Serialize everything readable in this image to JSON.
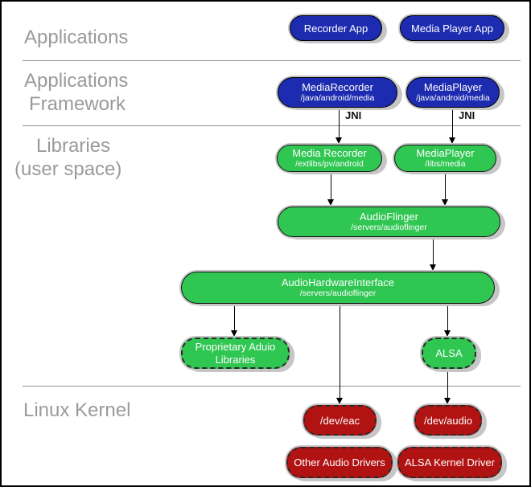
{
  "sections": {
    "applications": {
      "label": "Applications"
    },
    "framework": {
      "line1": "Applications",
      "line2": "Framework"
    },
    "libraries": {
      "line1": "Libraries",
      "line2": "(user space)"
    },
    "kernel": {
      "label": "Linux Kernel"
    }
  },
  "edges": {
    "jni_left": "JNI",
    "jni_right": "JNI"
  },
  "nodes": {
    "recorder_app": {
      "title": "Recorder App"
    },
    "media_player_app": {
      "title": "Media Player App"
    },
    "media_recorder_fw": {
      "title": "MediaRecorder",
      "subtitle": "/java/android/media"
    },
    "media_player_fw": {
      "title": "MediaPlayer",
      "subtitle": "/java/android/media"
    },
    "media_recorder_lib": {
      "title": "Media Recorder",
      "subtitle": "/extlibs/pv/android"
    },
    "media_player_lib": {
      "title": "MediaPlayer",
      "subtitle": "/libs/media"
    },
    "audio_flinger": {
      "title": "AudioFlinger",
      "subtitle": "/servers/audioflinger"
    },
    "audio_hw_interface": {
      "title": "AudioHardwareInterface",
      "subtitle": "/servers/audioflinger"
    },
    "proprietary_audio_libs": {
      "title": "Proprietary Aduio Libraries"
    },
    "alsa": {
      "title": "ALSA"
    },
    "dev_eac": {
      "title": "/dev/eac"
    },
    "dev_audio": {
      "title": "/dev/audio"
    },
    "other_audio_drivers": {
      "title": "Other Audio Drivers"
    },
    "alsa_kernel_driver": {
      "title": "ALSA Kernel Driver"
    }
  },
  "colors": {
    "app_blue": "#1c2bb0",
    "lib_green": "#2fc652",
    "kernel_red": "#b11212",
    "shadow_gray": "#c6c6c6",
    "label_gray": "#9a9a9a"
  }
}
